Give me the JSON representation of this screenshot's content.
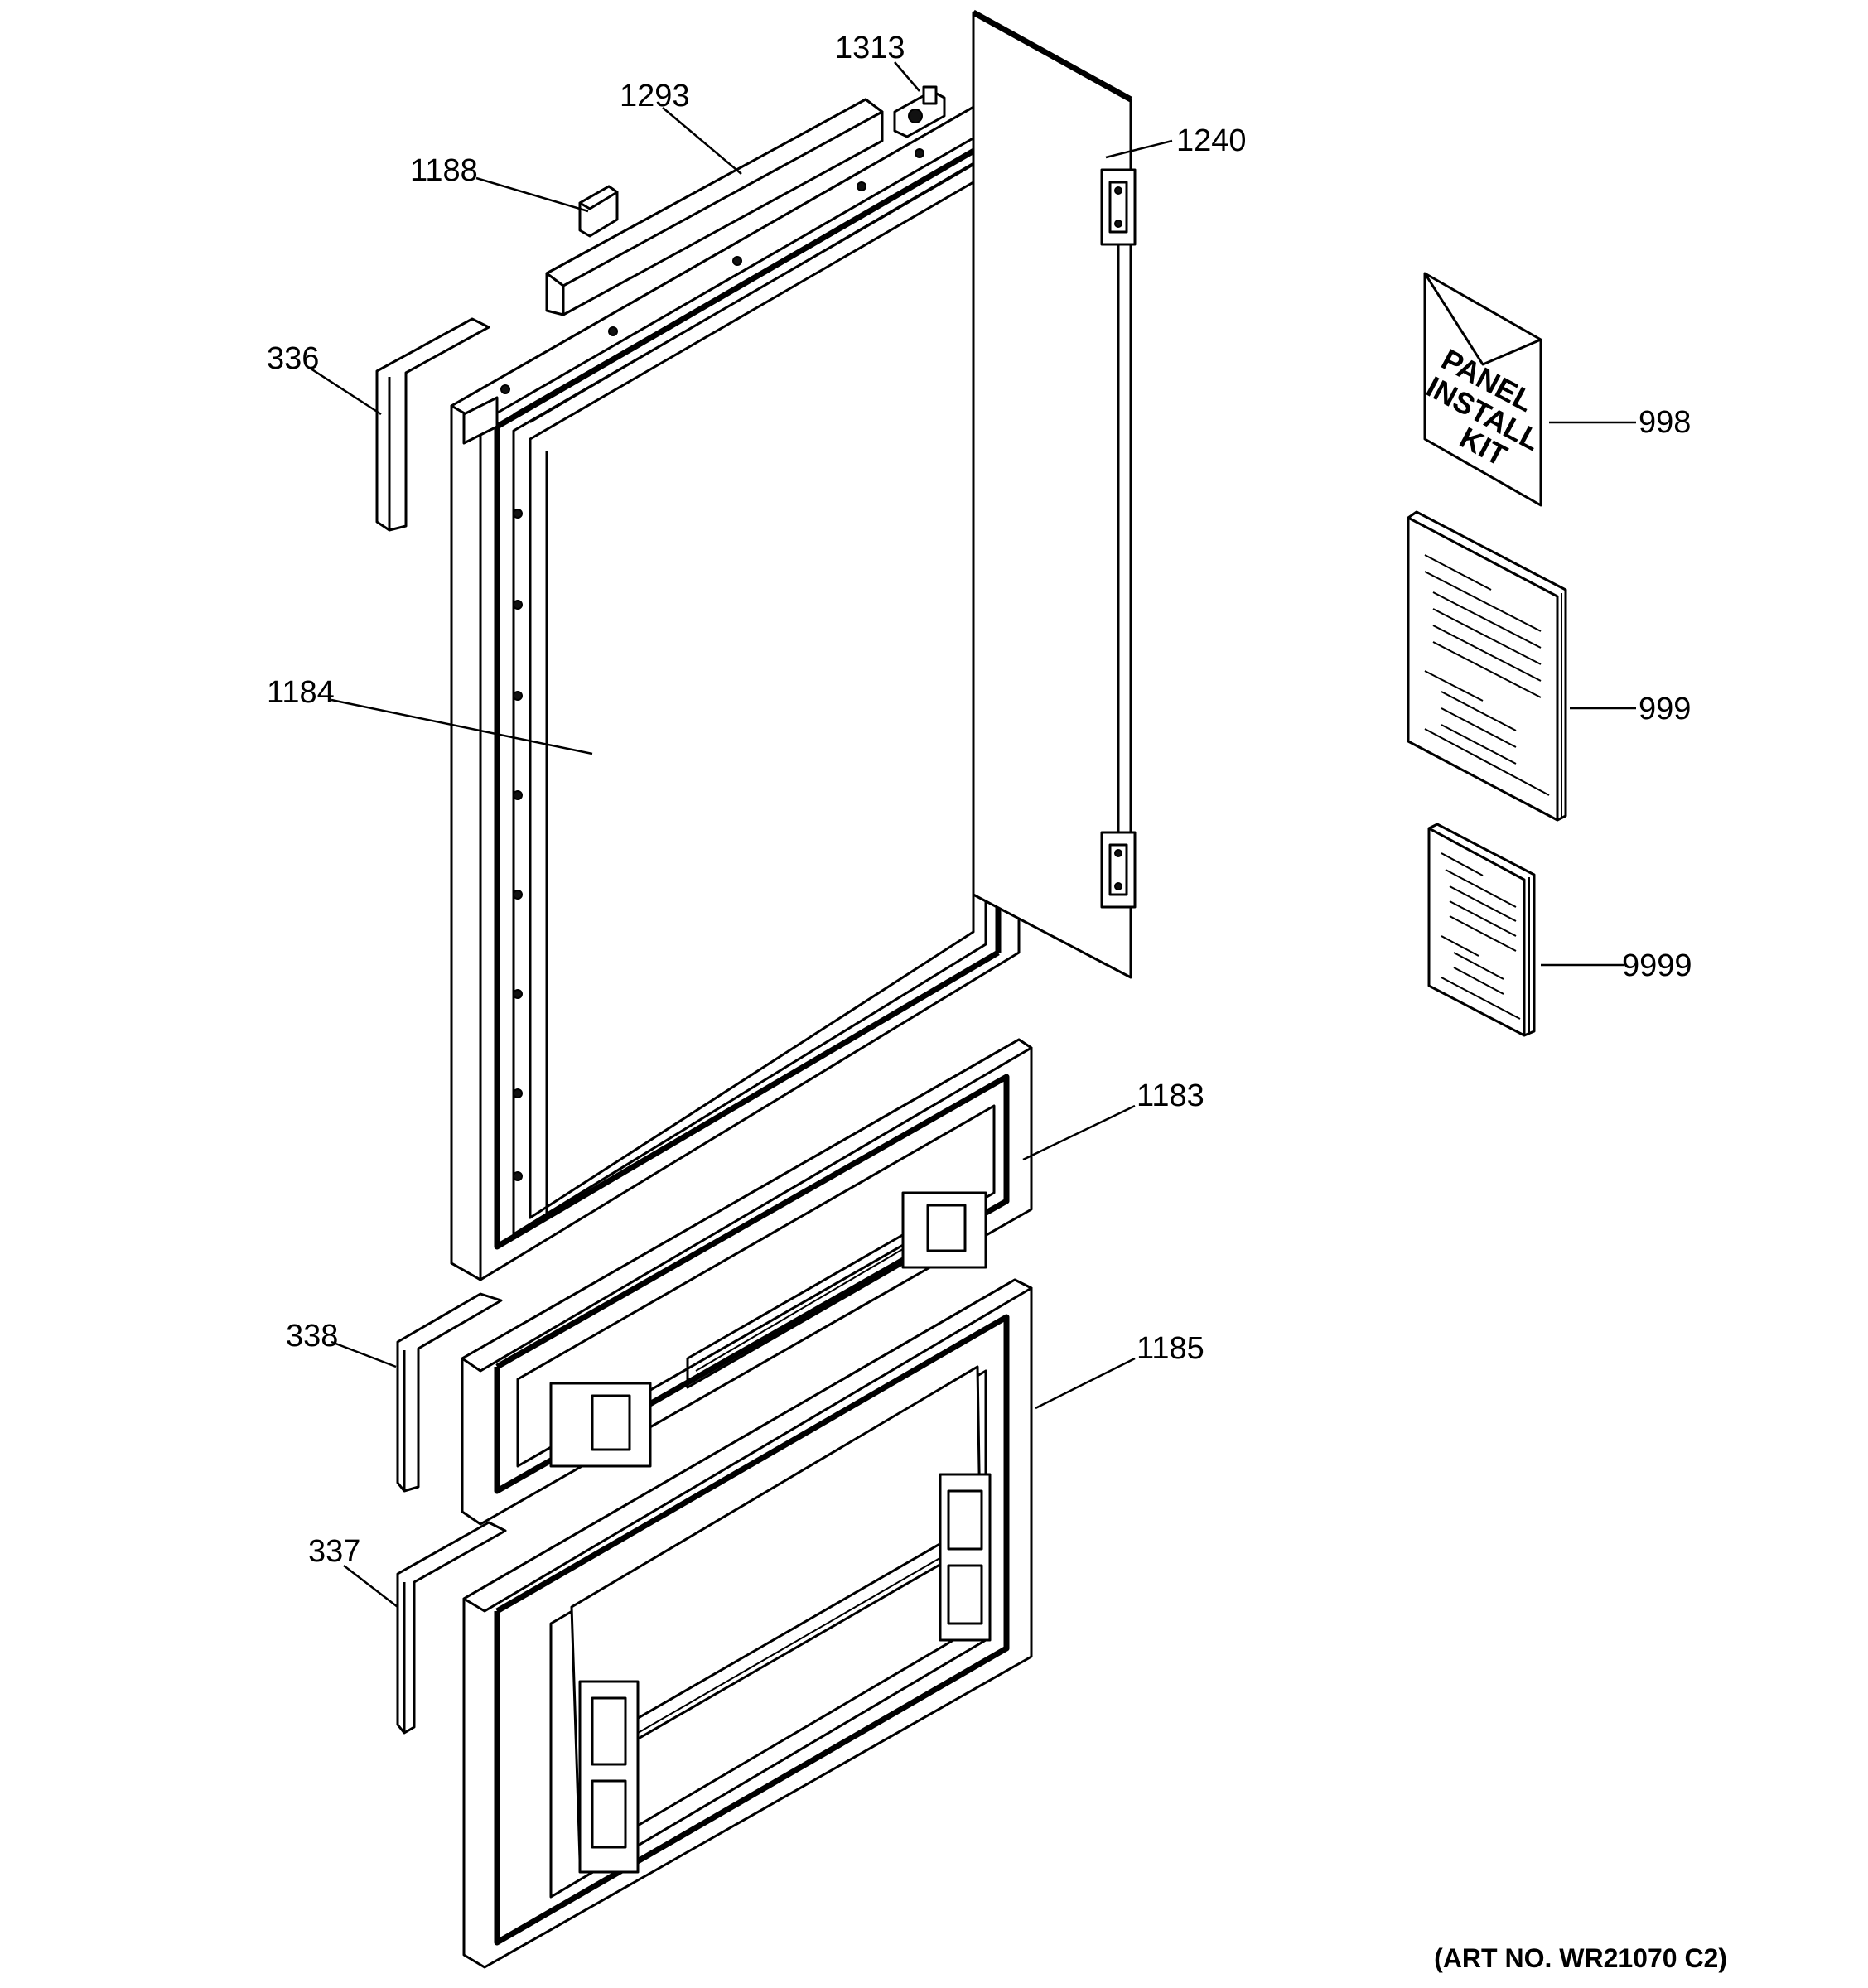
{
  "callouts": [
    {
      "id": "1313",
      "label": "1313"
    },
    {
      "id": "1293",
      "label": "1293"
    },
    {
      "id": "1188",
      "label": "1188"
    },
    {
      "id": "1240",
      "label": "1240"
    },
    {
      "id": "336",
      "label": "336"
    },
    {
      "id": "1184",
      "label": "1184"
    },
    {
      "id": "998",
      "label": "998"
    },
    {
      "id": "999",
      "label": "999"
    },
    {
      "id": "9999",
      "label": "9999"
    },
    {
      "id": "1183",
      "label": "1183"
    },
    {
      "id": "338",
      "label": "338"
    },
    {
      "id": "1185",
      "label": "1185"
    },
    {
      "id": "337",
      "label": "337"
    }
  ],
  "kit_card": {
    "line1": "PANEL",
    "line2": "INSTALL",
    "line3": "KIT"
  },
  "art_number": "(ART NO. WR21070 C2)"
}
